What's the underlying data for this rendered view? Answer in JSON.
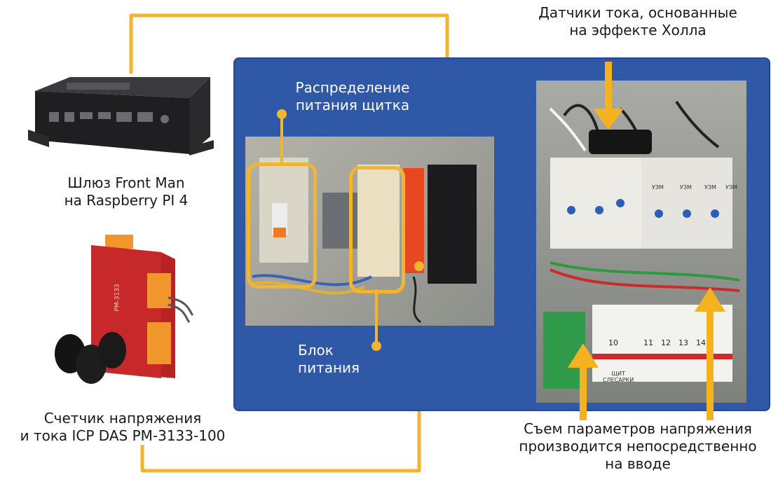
{
  "labels": {
    "gateway": [
      "Шлюз Front Man",
      "на Raspberry PI 4"
    ],
    "meter": [
      "Счетчик напряжения",
      "и тока ICP DAS PM-3133-100"
    ],
    "distribution": [
      "Распределение",
      "питания щитка"
    ],
    "power_block": [
      "Блок",
      "питания"
    ],
    "hall_sensors": [
      "Датчики тока, основанные",
      "на эффекте Холла"
    ],
    "voltage_reading": [
      "Съем параметров напряжения",
      "производится непосредственно",
      "на вводе"
    ]
  },
  "device_text": {
    "meter_brand": "PM-3133",
    "panel_numbers": [
      "10",
      "11",
      "12",
      "13",
      "14"
    ],
    "uzm_labels": [
      "УЗМ",
      "УЗМ",
      "УЗМ",
      "УЗМ"
    ],
    "panel_caption": [
      "ЩИТ",
      "СЛЕСАРКИ"
    ]
  },
  "colors": {
    "accent_wire": "#f2b530",
    "panel_blue": "#2f58a6",
    "meter_red": "#c7282a",
    "arrow_yellow": "#f5b21f"
  }
}
